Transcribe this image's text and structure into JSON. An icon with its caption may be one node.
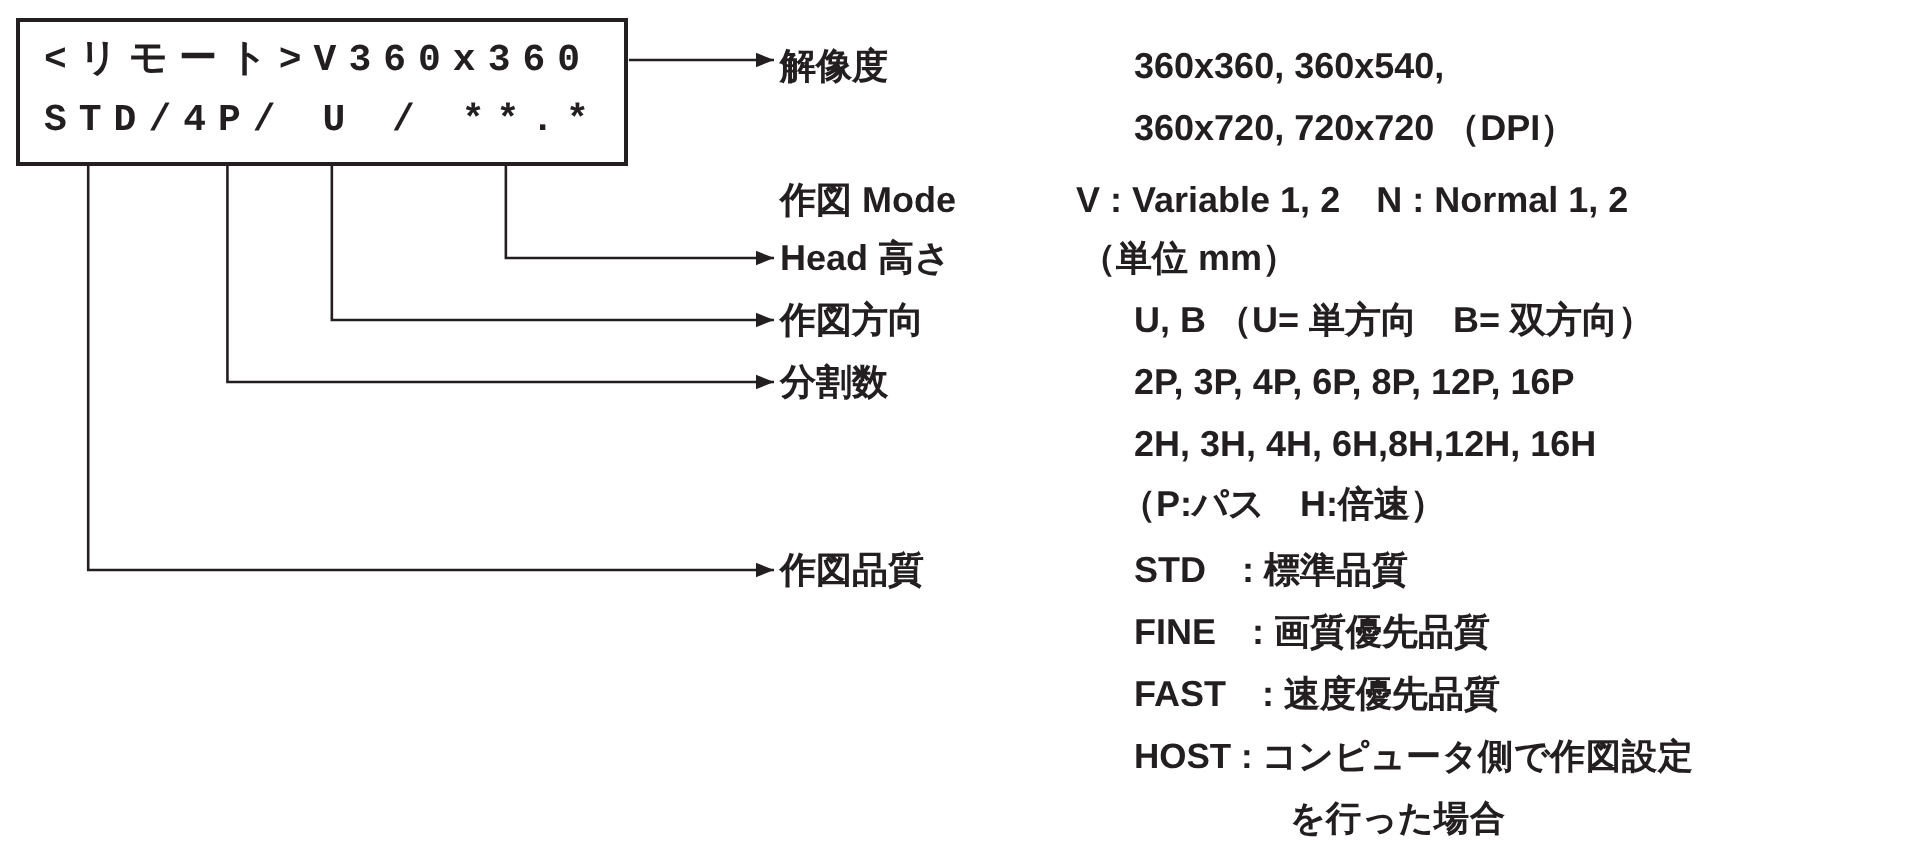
{
  "diagram": {
    "nodes": [
      {
        "text": [
          "<リモート>V360x360",
          "STD/4P/ U / **.*"
        ]
      },
      {
        "text": [
          "解像度"
        ]
      },
      {
        "text": [
          "Head 高さ"
        ]
      },
      {
        "text": [
          "作図方向"
        ]
      },
      {
        "text": [
          "分割数"
        ]
      },
      {
        "text": [
          "作図品質"
        ]
      }
    ],
    "edges": [
      {
        "from": 0,
        "to": 1,
        "arrow": "to"
      },
      {
        "from": 0,
        "to": 2,
        "arrow": "to"
      },
      {
        "from": 0,
        "to": 3,
        "arrow": "to"
      },
      {
        "from": 0,
        "to": 4,
        "arrow": "to"
      },
      {
        "from": 0,
        "to": 5,
        "arrow": "to"
      }
    ],
    "labels": [
      "360x360, 360x540, 360x720, 720x720 （DPI）",
      "作図 Mode",
      "V : Variable 1, 2　N : Normal 1, 2",
      "（単位 mm）",
      "U, B （U= 単方向　B= 双方向）",
      "2P, 3P, 4P, 6P, 8P, 12P, 16P",
      "2H, 3H, 4H, 6H,8H,12H, 16H",
      "（P:パス　H:倍速）",
      "STD　: 標準品質",
      "FINE　: 画質優先品質",
      "FAST　: 速度優先品質",
      "HOST : コンピュータ側で作図設定を行った場合"
    ]
  }
}
